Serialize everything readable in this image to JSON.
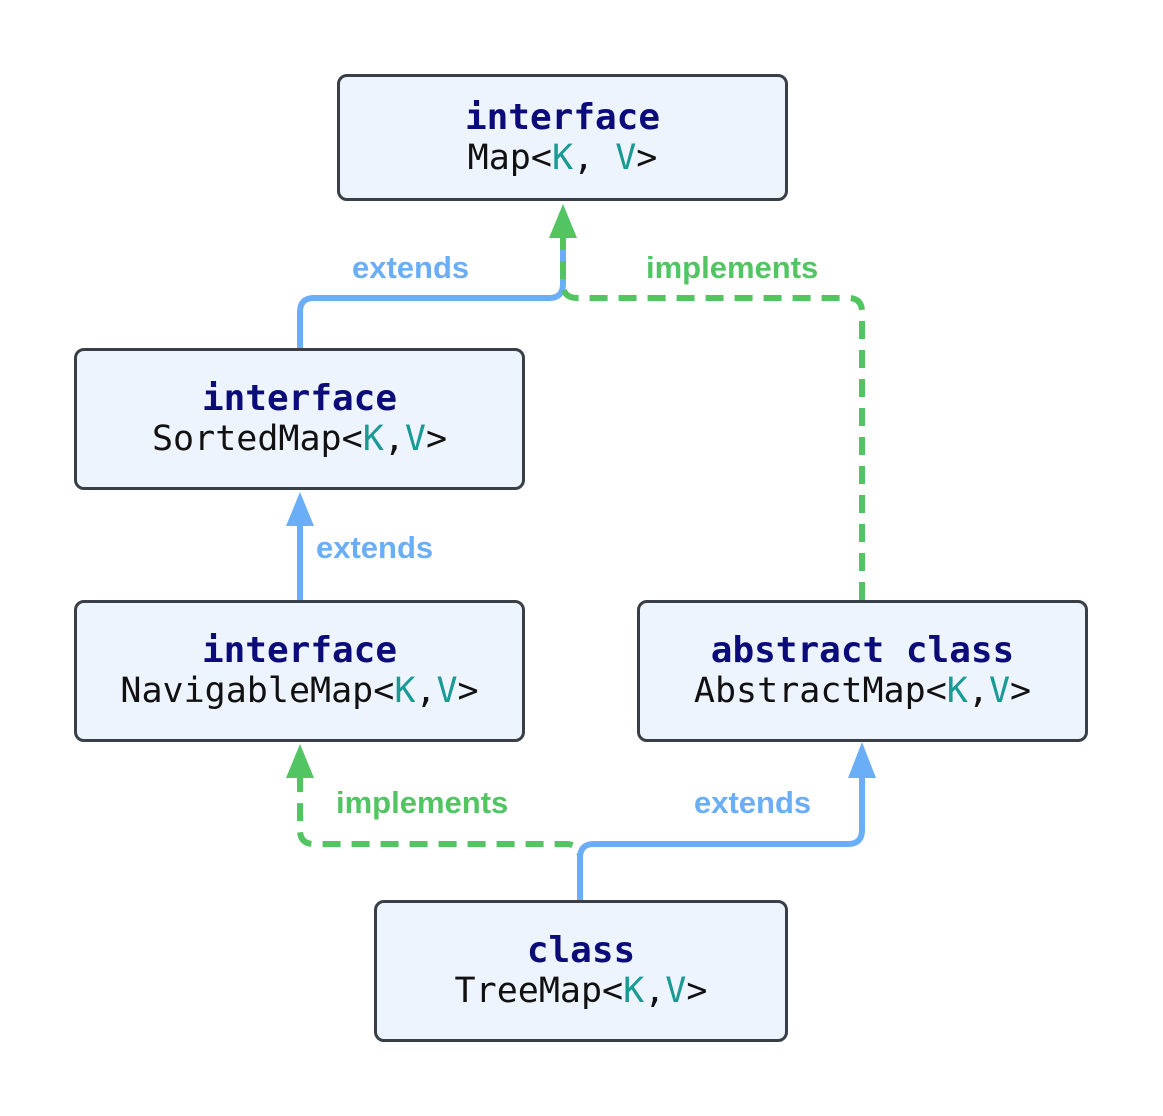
{
  "colors": {
    "extends": "#6aaef8",
    "implements": "#52c462",
    "keyword": "#0b0b7a",
    "type_param": "#1a9a94",
    "box_fill": "#edf4fd",
    "box_border": "#3a3f47"
  },
  "nodes": {
    "map": {
      "keyword": "interface",
      "name": "Map<",
      "k": "K",
      "sep": ", ",
      "v": "V",
      "close": ">"
    },
    "sortedmap": {
      "keyword": "interface",
      "name": "SortedMap<",
      "k": "K",
      "sep": ",",
      "v": "V",
      "close": ">"
    },
    "navigablemap": {
      "keyword": "interface",
      "name": "NavigableMap<",
      "k": "K",
      "sep": ",",
      "v": "V",
      "close": ">"
    },
    "abstractmap": {
      "keyword": "abstract class",
      "name": "AbstractMap<",
      "k": "K",
      "sep": ",",
      "v": "V",
      "close": ">"
    },
    "treemap": {
      "keyword": "class",
      "name": "TreeMap<",
      "k": "K",
      "sep": ",",
      "v": "V",
      "close": ">"
    }
  },
  "edges": {
    "sortedmap_to_map": "extends",
    "abstractmap_to_map": "implements",
    "navigablemap_to_sortedmap": "extends",
    "treemap_to_navigablemap": "implements",
    "treemap_to_abstractmap": "extends"
  }
}
